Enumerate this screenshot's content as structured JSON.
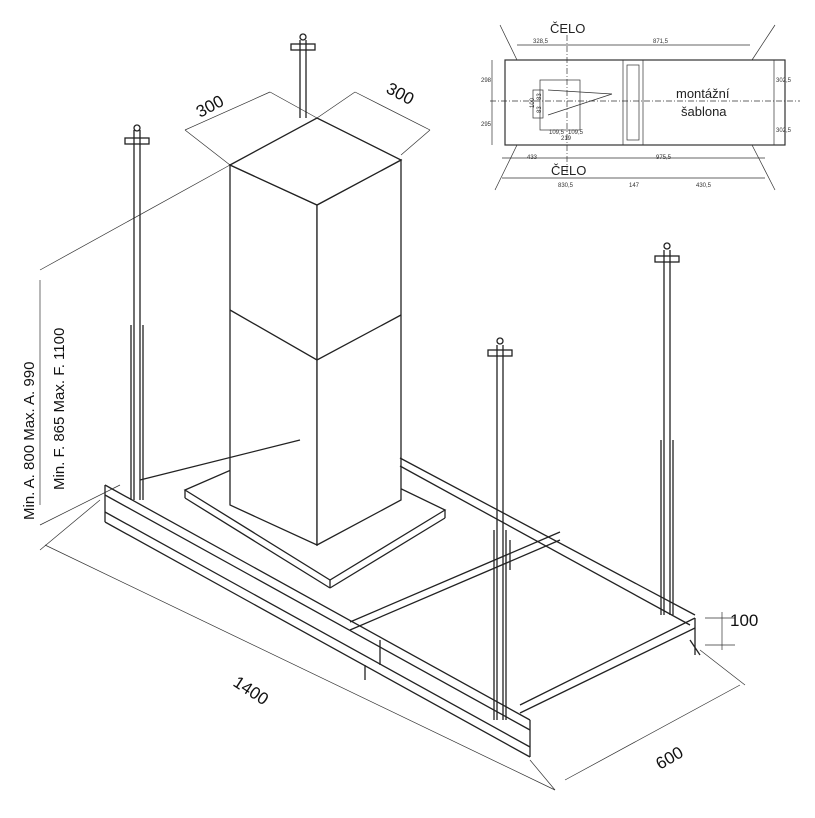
{
  "main_drawing": {
    "dim_width_a": "300",
    "dim_width_b": "300",
    "dim_height_a": "Min. A. 800  Max. A. 990",
    "dim_height_f": "Min. F. 865  Max. F. 1100",
    "dim_length": "1400",
    "dim_depth": "600",
    "dim_frame_height": "100"
  },
  "template_inset": {
    "front_label_top": "ČELO",
    "front_label_bottom": "ČELO",
    "template_label_1": "montážní",
    "template_label_2": "šablona",
    "dims_top": [
      "328,5",
      "871,5"
    ],
    "dims_left": [
      "298",
      "295"
    ],
    "dims_right": [
      "302,5",
      "302,5"
    ],
    "dims_mid": [
      "433",
      "975,5"
    ],
    "dims_bottom": [
      "830,5",
      "147",
      "430,5"
    ],
    "dims_motor": [
      "109,5",
      "109,5",
      "219",
      "100",
      "83",
      "83"
    ]
  }
}
